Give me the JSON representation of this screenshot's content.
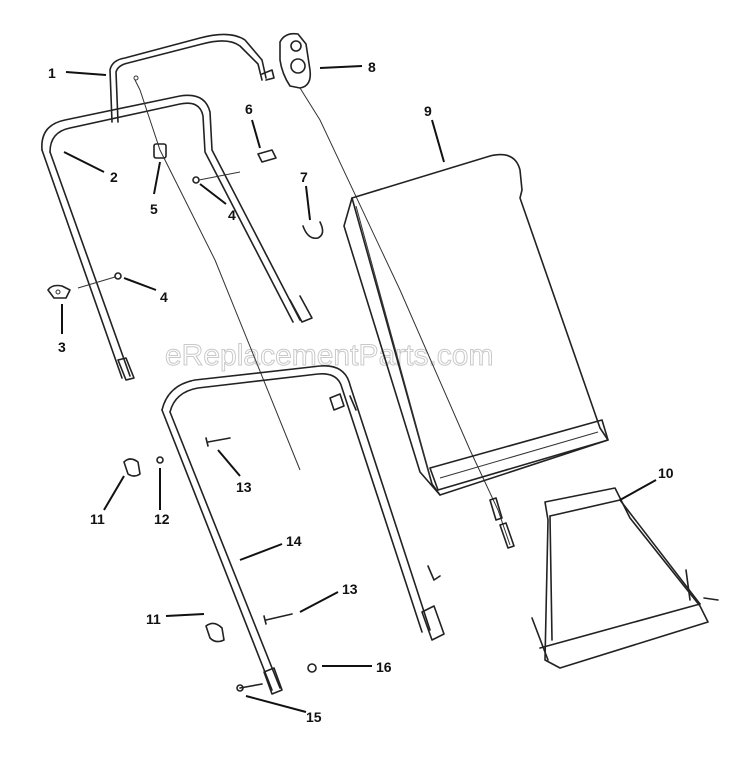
{
  "watermark": "eReplacementParts.com",
  "callouts": [
    {
      "id": "c1",
      "label": "1"
    },
    {
      "id": "c2",
      "label": "2"
    },
    {
      "id": "c3",
      "label": "3"
    },
    {
      "id": "c4a",
      "label": "4"
    },
    {
      "id": "c4b",
      "label": "4"
    },
    {
      "id": "c5",
      "label": "5"
    },
    {
      "id": "c6",
      "label": "6"
    },
    {
      "id": "c7",
      "label": "7"
    },
    {
      "id": "c8",
      "label": "8"
    },
    {
      "id": "c9",
      "label": "9"
    },
    {
      "id": "c10",
      "label": "10"
    },
    {
      "id": "c11a",
      "label": "11"
    },
    {
      "id": "c11b",
      "label": "11"
    },
    {
      "id": "c12",
      "label": "12"
    },
    {
      "id": "c13a",
      "label": "13"
    },
    {
      "id": "c13b",
      "label": "13"
    },
    {
      "id": "c14",
      "label": "14"
    },
    {
      "id": "c15",
      "label": "15"
    },
    {
      "id": "c16",
      "label": "16"
    }
  ]
}
